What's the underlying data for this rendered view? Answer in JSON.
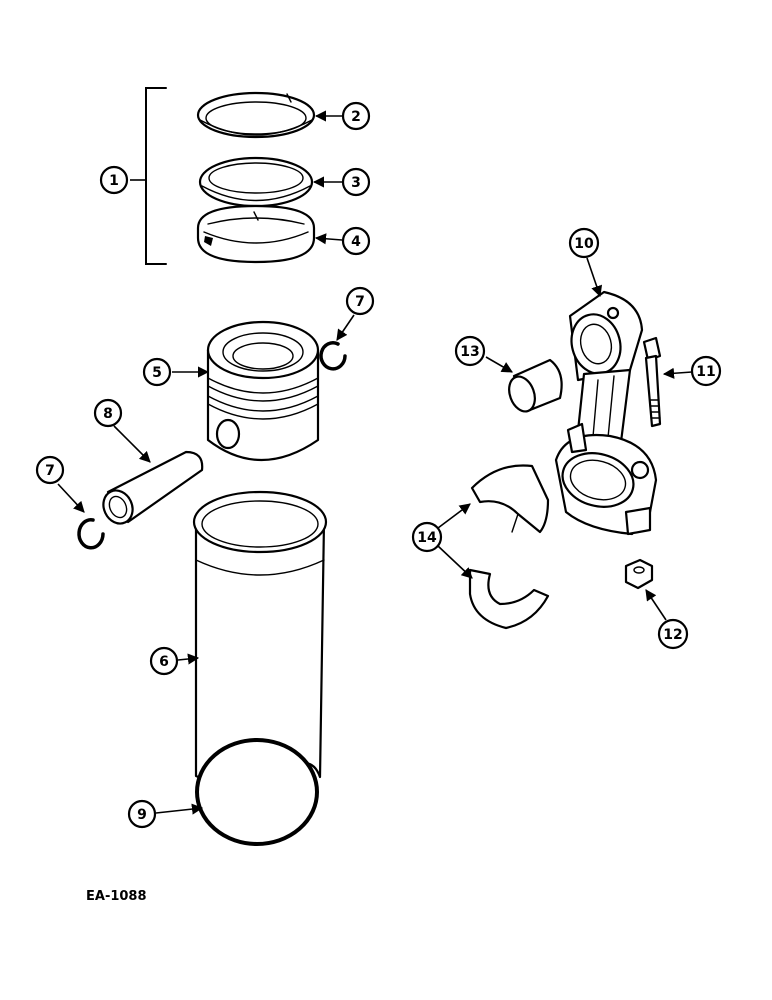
{
  "drawing_code": "EA-1088",
  "callouts": [
    {
      "label": "1"
    },
    {
      "label": "2"
    },
    {
      "label": "3"
    },
    {
      "label": "4"
    },
    {
      "label": "5"
    },
    {
      "label": "6"
    },
    {
      "label": "7"
    },
    {
      "label": "7"
    },
    {
      "label": "8"
    },
    {
      "label": "9"
    },
    {
      "label": "10"
    },
    {
      "label": "11"
    },
    {
      "label": "12"
    },
    {
      "label": "13"
    },
    {
      "label": "14"
    }
  ]
}
